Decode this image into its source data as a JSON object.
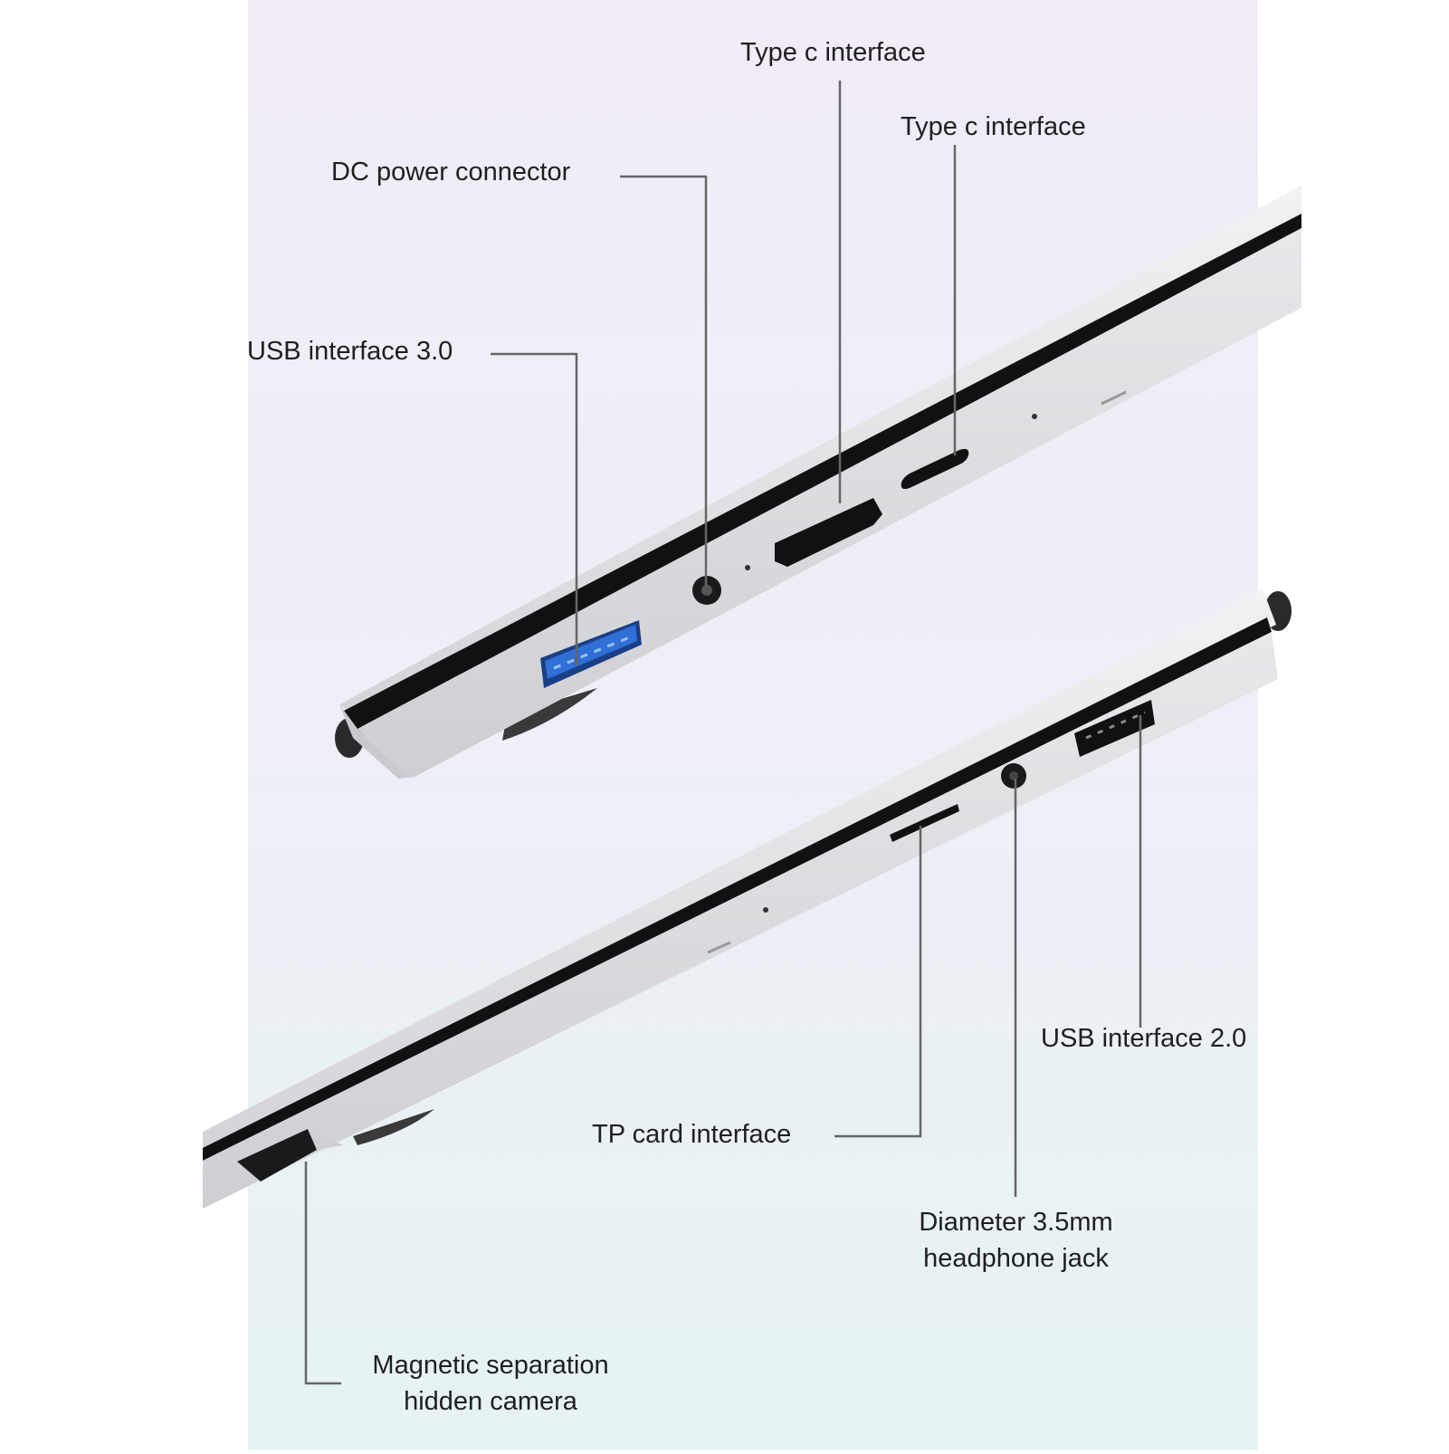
{
  "labels": {
    "type_c_1": "Type c interface",
    "type_c_2": "Type c interface",
    "dc_power": "DC power connector",
    "usb_30": "USB interface 3.0",
    "usb_20": "USB interface 2.0",
    "tp_card": "TP card interface",
    "headphone_line1": "Diameter 3.5mm",
    "headphone_line2": "headphone jack",
    "camera_line1": "Magnetic separation",
    "camera_line2": "hidden camera"
  },
  "colors": {
    "background_panel_top": "#f1ecf7",
    "background_panel_bottom": "#e6f3f2",
    "laptop_silver": "#e2e2e4",
    "port_black": "#1a1a1a",
    "usb3_blue": "#2f6fd6",
    "leader_line": "#666666"
  }
}
